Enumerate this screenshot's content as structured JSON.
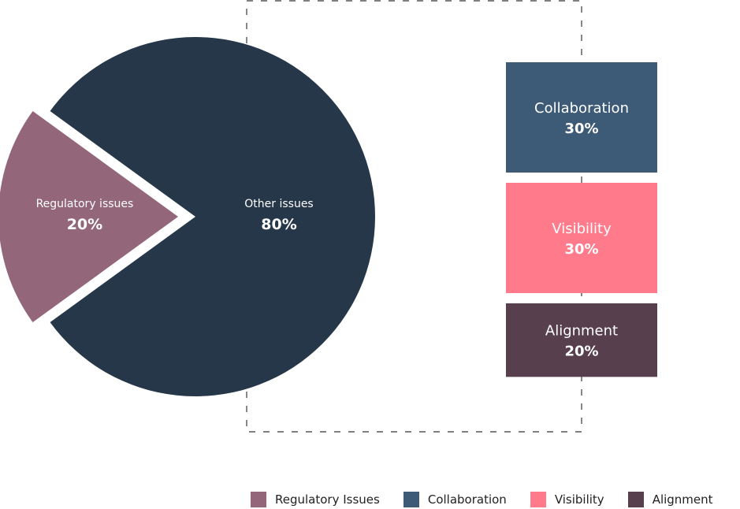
{
  "chart_data": {
    "type": "pie",
    "title": "",
    "pie": {
      "slices": [
        {
          "label": "Other issues",
          "value": 80,
          "display": "80%",
          "color": "#253749",
          "exploded": false
        },
        {
          "label": "Regulatory issues",
          "value": 20,
          "display": "20%",
          "color": "#936679",
          "exploded": true
        }
      ]
    },
    "breakdown": {
      "of": "Other issues",
      "type": "stacked-bar",
      "segments": [
        {
          "label": "Collaboration",
          "value": 30,
          "display": "30%",
          "color": "#3d5a77"
        },
        {
          "label": "Visibility",
          "value": 30,
          "display": "30%",
          "color": "#ff7a8a"
        },
        {
          "label": "Alignment",
          "value": 20,
          "display": "20%",
          "color": "#583f4d"
        }
      ]
    },
    "legend": {
      "position": "bottom-right",
      "items": [
        {
          "label": "Regulatory Issues",
          "color": "#936679"
        },
        {
          "label": "Collaboration",
          "color": "#3d5a77"
        },
        {
          "label": "Visibility",
          "color": "#ff7a8a"
        },
        {
          "label": "Alignment",
          "color": "#583f4d"
        }
      ]
    },
    "connector": {
      "style": "dashed",
      "color": "#555555"
    }
  }
}
